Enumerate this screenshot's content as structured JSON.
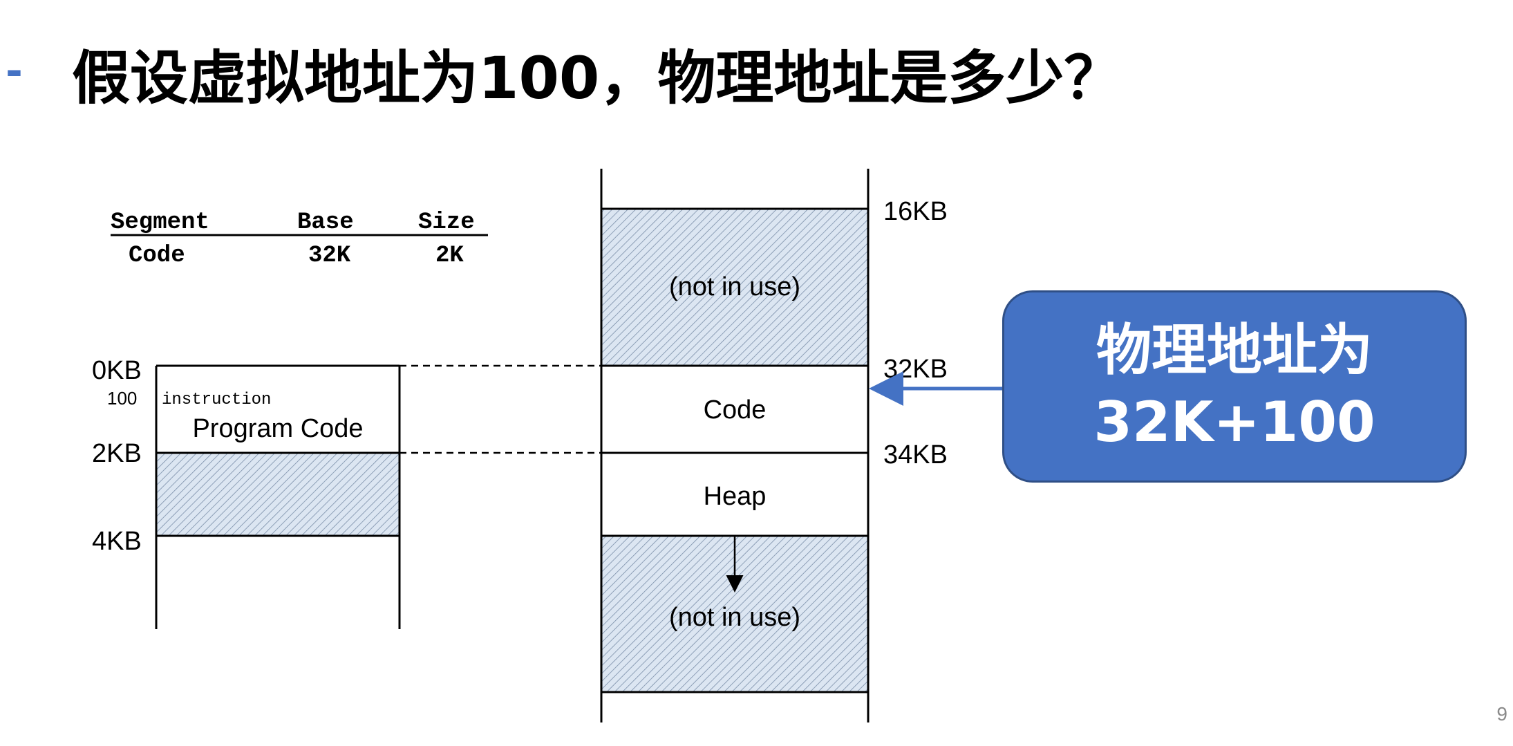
{
  "title": {
    "bullet": "-",
    "text": "假设虚拟地址为100，物理地址是多少？"
  },
  "segment_table": {
    "headers": [
      "Segment",
      "Base",
      "Size"
    ],
    "row": [
      "Code",
      "32K",
      "2K"
    ]
  },
  "virtual_space": {
    "labels": [
      "0KB",
      "2KB",
      "4KB"
    ],
    "offset_label": "100",
    "instruction_label": "instruction",
    "program_code_label": "Program Code"
  },
  "physical_memory": {
    "labels": [
      "16KB",
      "32KB",
      "34KB"
    ],
    "not_in_use_top": "(not in use)",
    "code": "Code",
    "heap": "Heap",
    "not_in_use_bottom": "(not in use)"
  },
  "callout": {
    "line1": "物理地址为",
    "line2": "32K+100"
  },
  "colors": {
    "accent": "#4472c4",
    "hatch_fill": "#dce6f2"
  },
  "page_number": "9"
}
